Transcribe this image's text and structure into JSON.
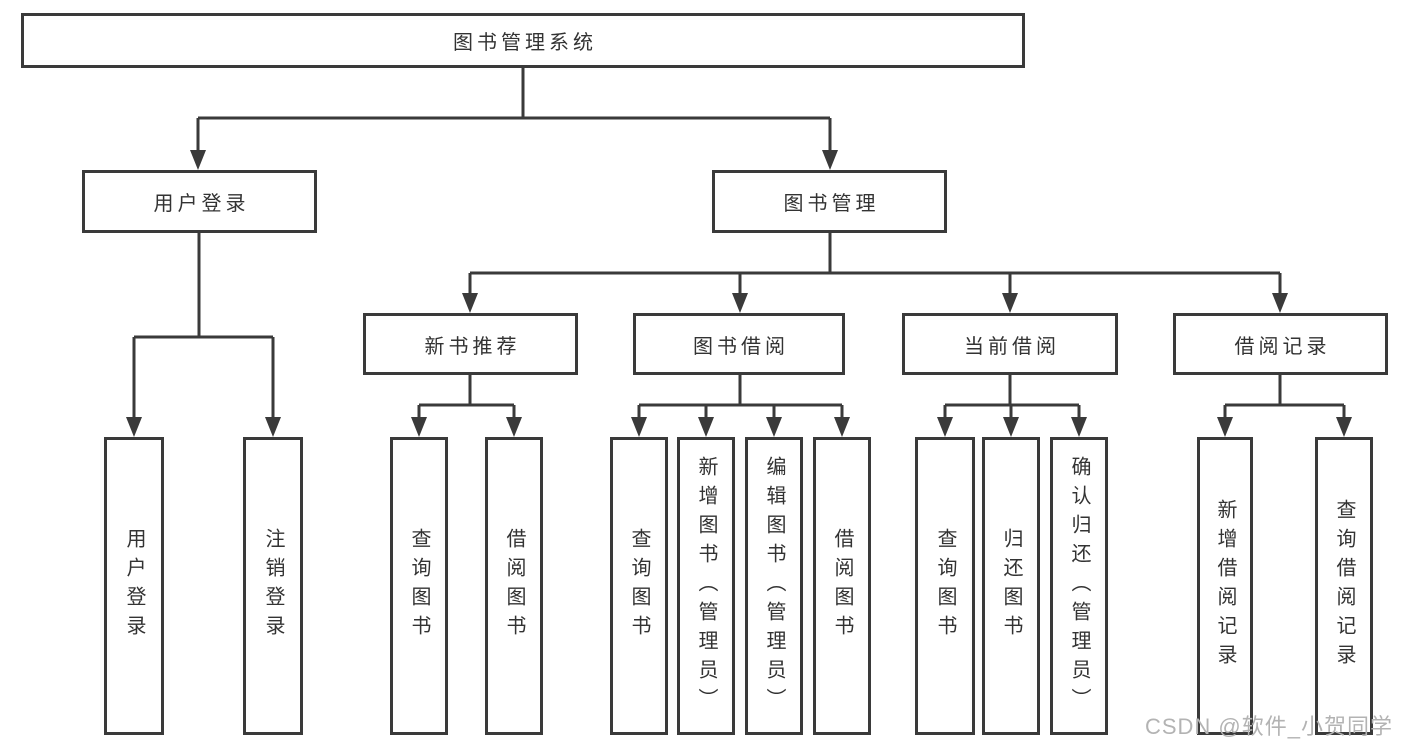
{
  "diagram_type": "hierarchy-tree",
  "colors": {
    "background": "#ffffff",
    "line": "#3a3a3a",
    "box_border": "#3a3a3a",
    "text": "#333333",
    "watermark": "#b3b3b3"
  },
  "watermark": {
    "text": "CSDN @软件_小贺同学"
  },
  "tree": {
    "label": "图书管理系统",
    "children": [
      {
        "label": "用户登录",
        "children": [
          {
            "label": "用户登录"
          },
          {
            "label": "注销登录"
          }
        ]
      },
      {
        "label": "图书管理",
        "children": [
          {
            "label": "新书推荐",
            "children": [
              {
                "label": "查询图书"
              },
              {
                "label": "借阅图书"
              }
            ]
          },
          {
            "label": "图书借阅",
            "children": [
              {
                "label": "查询图书"
              },
              {
                "label": "新增图书（管理员）"
              },
              {
                "label": "编辑图书（管理员）"
              },
              {
                "label": "借阅图书"
              }
            ]
          },
          {
            "label": "当前借阅",
            "children": [
              {
                "label": "查询图书"
              },
              {
                "label": "归还图书"
              },
              {
                "label": "确认归还（管理员）"
              }
            ]
          },
          {
            "label": "借阅记录",
            "children": [
              {
                "label": "新增借阅记录"
              },
              {
                "label": "查询借阅记录"
              }
            ]
          }
        ]
      }
    ]
  }
}
